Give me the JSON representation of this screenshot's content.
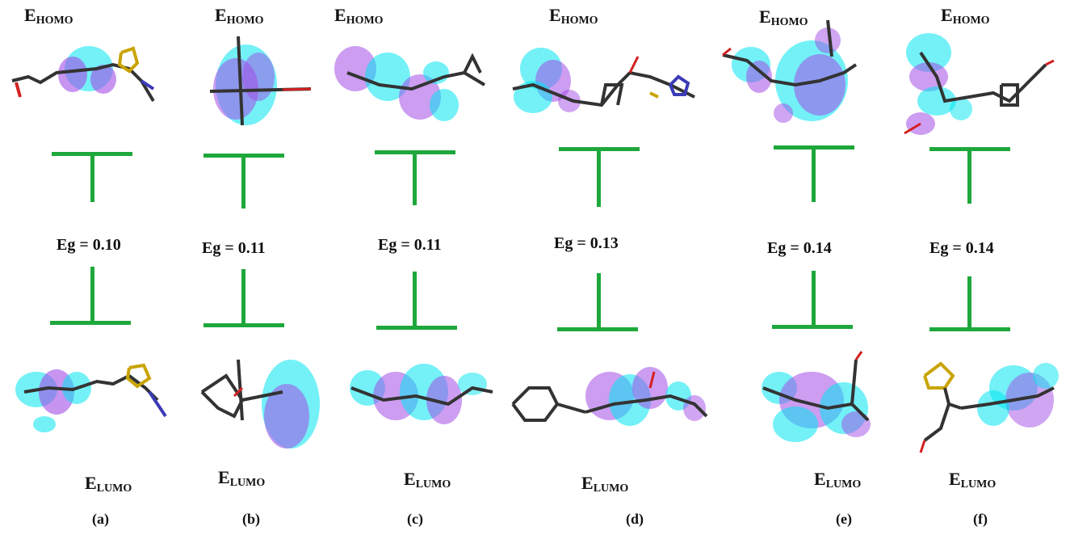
{
  "labels": {
    "homo_main": "E",
    "homo_sub": "HOMO",
    "lumo_main": "E",
    "lumo_sub": "LUMO"
  },
  "colors": {
    "gap_bar": "#1ea83c",
    "orbital_positive": "#00e5f0",
    "orbital_negative": "#a24ce6",
    "bond_carbon": "#333333",
    "hydrogen": "#bdbdbd",
    "nitrogen": "#3b3bb8",
    "oxygen": "#d42020",
    "sulfur": "#c9a400"
  },
  "panels": [
    {
      "id": "a",
      "tag": "(a)",
      "eg_text": "Eg = 0.10",
      "eg_value": 0.1
    },
    {
      "id": "b",
      "tag": "(b)",
      "eg_text": "Eg = 0.11",
      "eg_value": 0.11
    },
    {
      "id": "c",
      "tag": "(c)",
      "eg_text": "Eg = 0.11",
      "eg_value": 0.11
    },
    {
      "id": "d",
      "tag": "(d)",
      "eg_text": "Eg = 0.13",
      "eg_value": 0.13
    },
    {
      "id": "e",
      "tag": "(e)",
      "eg_text": "Eg = 0.14",
      "eg_value": 0.14
    },
    {
      "id": "f",
      "tag": "(f)",
      "eg_text": "Eg = 0.14",
      "eg_value": 0.14
    }
  ]
}
